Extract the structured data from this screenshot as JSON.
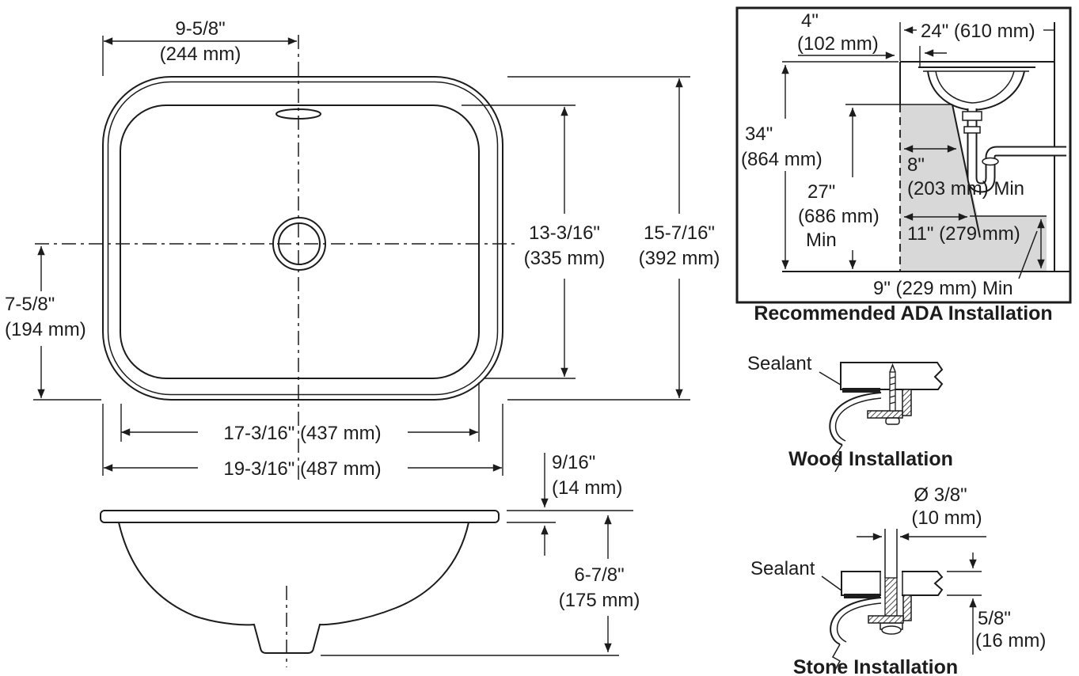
{
  "colors": {
    "line": "#1c1c1c",
    "clearance_gray": "#d8d8d8",
    "background": "#ffffff"
  },
  "plan_view": {
    "dim_overflow_offset": {
      "l1": "9-5/8\"",
      "l2": "(244 mm)"
    },
    "dim_center_to_front": {
      "l1": "7-5/8\"",
      "l2": "(194 mm)"
    },
    "dim_basin_depth": {
      "l1": "13-3/16\"",
      "l2": "(335 mm)"
    },
    "dim_overall_depth": {
      "l1": "15-7/16\"",
      "l2": "(392 mm)"
    },
    "dim_basin_width": "17-3/16\" (437 mm)",
    "dim_overall_width": "19-3/16\" (487 mm)"
  },
  "side_view": {
    "dim_rim_thickness": {
      "l1": "9/16\"",
      "l2": "(14 mm)"
    },
    "dim_bowl_depth": {
      "l1": "6-7/8\"",
      "l2": "(175 mm)"
    }
  },
  "ada": {
    "title": "Recommended ADA Installation",
    "dim_counter_height": {
      "l1": "34\"",
      "l2": "(864 mm)"
    },
    "dim_knee_height": {
      "l1": "27\"",
      "l2": "(686 mm)",
      "l3": "Min"
    },
    "dim_setback": {
      "l1": "4\"",
      "l2": "(102 mm)"
    },
    "dim_counter_depth": "24\" (610 mm)",
    "dim_knee_depth": {
      "l1": "8\"",
      "l2": "(203 mm) Min"
    },
    "dim_toe_depth": "11\" (279 mm)",
    "dim_toe_height": "9\" (229 mm) Min"
  },
  "wood_installation": {
    "sealant_label": "Sealant",
    "title": "Wood Installation"
  },
  "stone_installation": {
    "sealant_label": "Sealant",
    "dim_hole_diameter": {
      "l1": "Ø 3/8\"",
      "l2": "(10 mm)"
    },
    "dim_slab_thickness": {
      "l1": "5/8\"",
      "l2": "(16 mm)"
    },
    "title": "Stone Installation"
  }
}
